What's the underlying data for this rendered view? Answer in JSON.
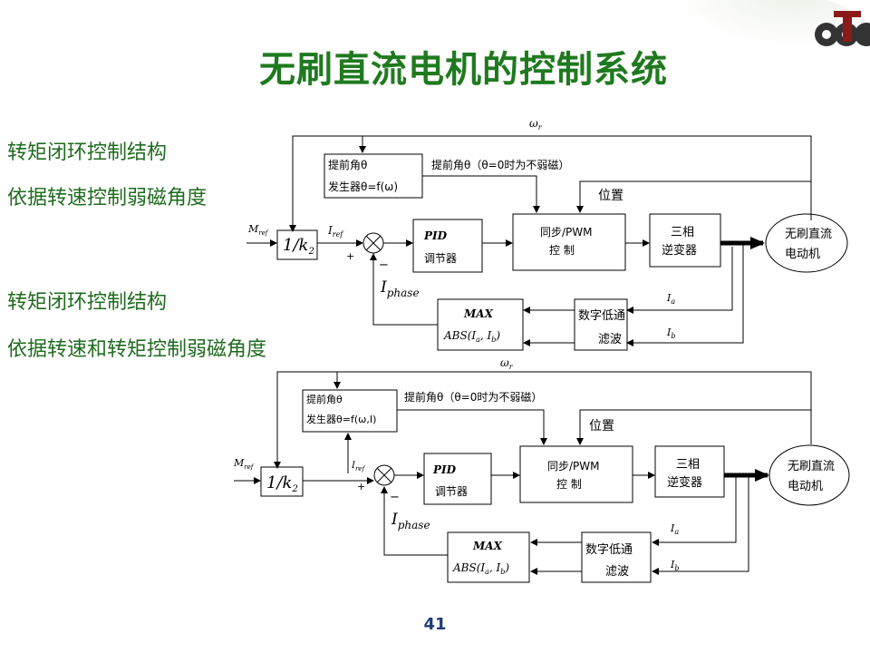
{
  "slide": {
    "title": "无刷直流电机的控制系统",
    "page_number": "41"
  },
  "section1": {
    "heading": "转矩闭环控制结构",
    "subheading": "依据转速控制弱磁角度"
  },
  "section2": {
    "heading": "转矩闭环控制结构",
    "subheading": "依据转速和转矩控制弱磁角度"
  },
  "diagram1": {
    "omega": "ω",
    "omega_sub": "r",
    "gen_line1": "提前角θ",
    "gen_line2": "发生器θ=f(ω)",
    "advance_note": "提前角θ（θ=0时为不弱磁）",
    "position": "位置",
    "m_ref": "M",
    "ref_sub": "ref",
    "k_block": "1/k",
    "k_sub": "2",
    "i_ref": "I",
    "plus": "+",
    "minus": "−",
    "pid_line1": "PID",
    "pid_line2": "调节器",
    "pwm_line1": "同步/PWM",
    "pwm_line2": "控  制",
    "inv_line1": "三相",
    "inv_line2": "逆变器",
    "motor_line1": "无刷直流",
    "motor_line2": "电动机",
    "i_phase": "I",
    "phase_sub": "phase",
    "max_line1": "MAX",
    "max_line2": "ABS(I",
    "max_a": "a",
    "max_comma": ", I",
    "max_b": "b",
    "max_close": ")",
    "filter_line1": "数字低通",
    "filter_line2": "滤波",
    "ia": "I",
    "ia_sub": "a",
    "ib": "I",
    "ib_sub": "b"
  },
  "diagram2": {
    "omega": "ω",
    "omega_sub": "r",
    "gen_line1": "提前角θ",
    "gen_line2": "发生器θ=f(ω,I)",
    "advance_note": "提前角θ（θ=0时为不弱磁）",
    "position": "位置",
    "m_ref": "M",
    "ref_sub": "ref",
    "k_block": "1/k",
    "k_sub": "2",
    "i_ref": "I",
    "plus": "+",
    "minus": "−",
    "pid_line1": "PID",
    "pid_line2": "调节器",
    "pwm_line1": "同步/PWM",
    "pwm_line2": "控  制",
    "inv_line1": "三相",
    "inv_line2": "逆变器",
    "motor_line1": "无刷直流",
    "motor_line2": "电动机",
    "i_phase": "I",
    "phase_sub": "phase",
    "max_line1": "MAX",
    "max_line2": "ABS(I",
    "max_a": "a",
    "max_comma": ", I",
    "max_b": "b",
    "max_close": ")",
    "filter_line1": "数字低通",
    "filter_line2": "滤波",
    "ia": "I",
    "ia_sub": "a",
    "ib": "I",
    "ib_sub": "b"
  }
}
